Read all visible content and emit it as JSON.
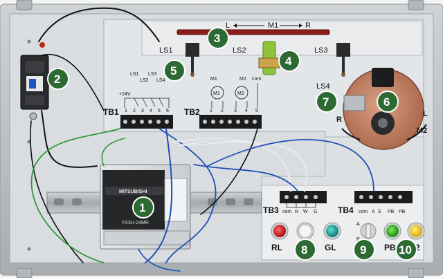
{
  "actuator": {
    "l_label": "L",
    "m_label": "M1",
    "r_label": "R"
  },
  "limit_switches": [
    "LS1",
    "LS2",
    "LS3",
    "LS4"
  ],
  "tb1": {
    "label": "TB1",
    "top_labels": [
      "LS1",
      "LS3",
      "LS2",
      "LS4"
    ],
    "power_label": "+24V",
    "terminals": [
      "1",
      "2",
      "3",
      "4",
      "5",
      "6"
    ]
  },
  "tb2": {
    "label": "TB2",
    "motor1_top": "M1",
    "motor2_top": "M2",
    "com_label": "com",
    "motor1_symbol": "M1",
    "motor2_symbol": "M2",
    "terminals": [
      "1",
      "2",
      "3",
      "4",
      "5"
    ]
  },
  "rotary": {
    "r_label": "R",
    "l_label": "L",
    "m_label": "M2"
  },
  "plc": {
    "brand": "MITSUBISHI",
    "model": "FX3U-24MR"
  },
  "tb3": {
    "label": "TB3",
    "terminals": [
      "com",
      "R",
      "W",
      "G"
    ]
  },
  "tb4": {
    "label": "TB4",
    "terminals": [
      "com",
      "A",
      "S",
      "PB",
      "PB"
    ]
  },
  "lamps": {
    "rl": "RL",
    "gl": "GL"
  },
  "selector": {
    "a": "A",
    "p": "P"
  },
  "push_buttons": {
    "pb1": "PB",
    "pb2": "2"
  },
  "callouts": [
    "1",
    "2",
    "3",
    "4",
    "5",
    "6",
    "7",
    "8",
    "9",
    "10"
  ],
  "colors": {
    "panel": "#d9dde0",
    "frame": "#b9bec2",
    "rail": "#8a1e1a",
    "wheel": "#c98a6c",
    "callout": "#2d6a33",
    "wire_blue": "#1f4fb8",
    "wire_black": "#111111",
    "wire_green": "#2e9a3a",
    "wire_white": "#f4f4f4",
    "lamp_red": "#c8141c",
    "lamp_green": "#15a6a0",
    "pb_green": "#36b82c",
    "pb_yellow": "#f2d21a"
  }
}
